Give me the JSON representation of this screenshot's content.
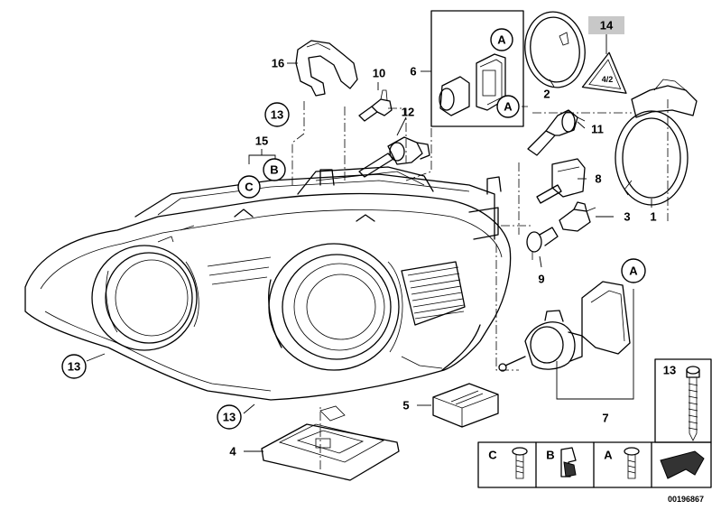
{
  "labels": {
    "p1": "1",
    "p2": "2",
    "p3": "3",
    "p4": "4",
    "p5": "5",
    "p6": "6",
    "p7": "7",
    "p8": "8",
    "p9": "9",
    "p10": "10",
    "p11": "11",
    "p12": "12",
    "p13a": "13",
    "p13b": "13",
    "p13c": "13",
    "p13d": "13",
    "p14": "14",
    "p15": "15",
    "p16": "16",
    "refA1": "A",
    "refA2": "A",
    "refA3": "A",
    "refA4": "A",
    "refB1": "B",
    "refB2": "B",
    "refC1": "C",
    "refC2": "C"
  },
  "warning_symbol_text": "4/2",
  "document_id": "00196867",
  "colors": {
    "line": "#000000",
    "background": "#ffffff",
    "label14_bg": "#c8c8c8"
  }
}
